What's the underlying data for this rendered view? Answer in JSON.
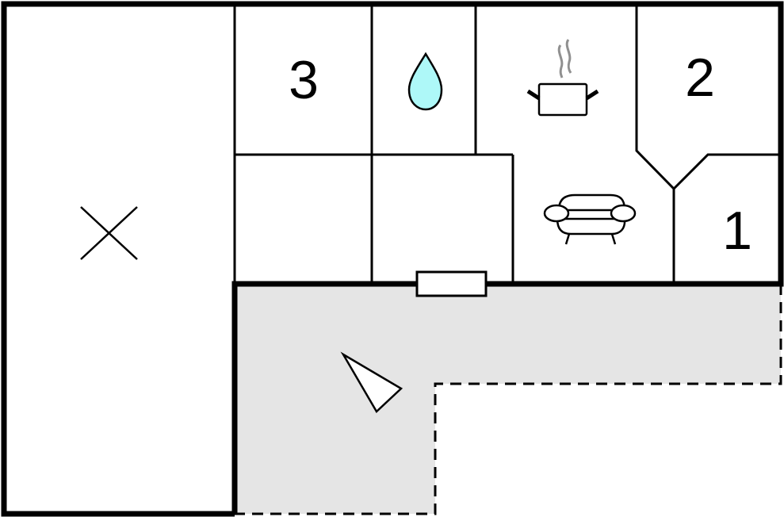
{
  "plan": {
    "rooms": [
      {
        "id": "bedroom-3",
        "label": "3"
      },
      {
        "id": "bedroom-2",
        "label": "2"
      },
      {
        "id": "bedroom-1",
        "label": "1"
      }
    ],
    "icons": [
      "water-drop-icon",
      "cooking-pot-icon",
      "sofa-icon",
      "compass-triangle-icon",
      "cross-mark-icon"
    ],
    "colors": {
      "wall": "#000000",
      "terrace": "#e5e5e5",
      "water": "#aef8f8",
      "steam": "#909090"
    }
  }
}
